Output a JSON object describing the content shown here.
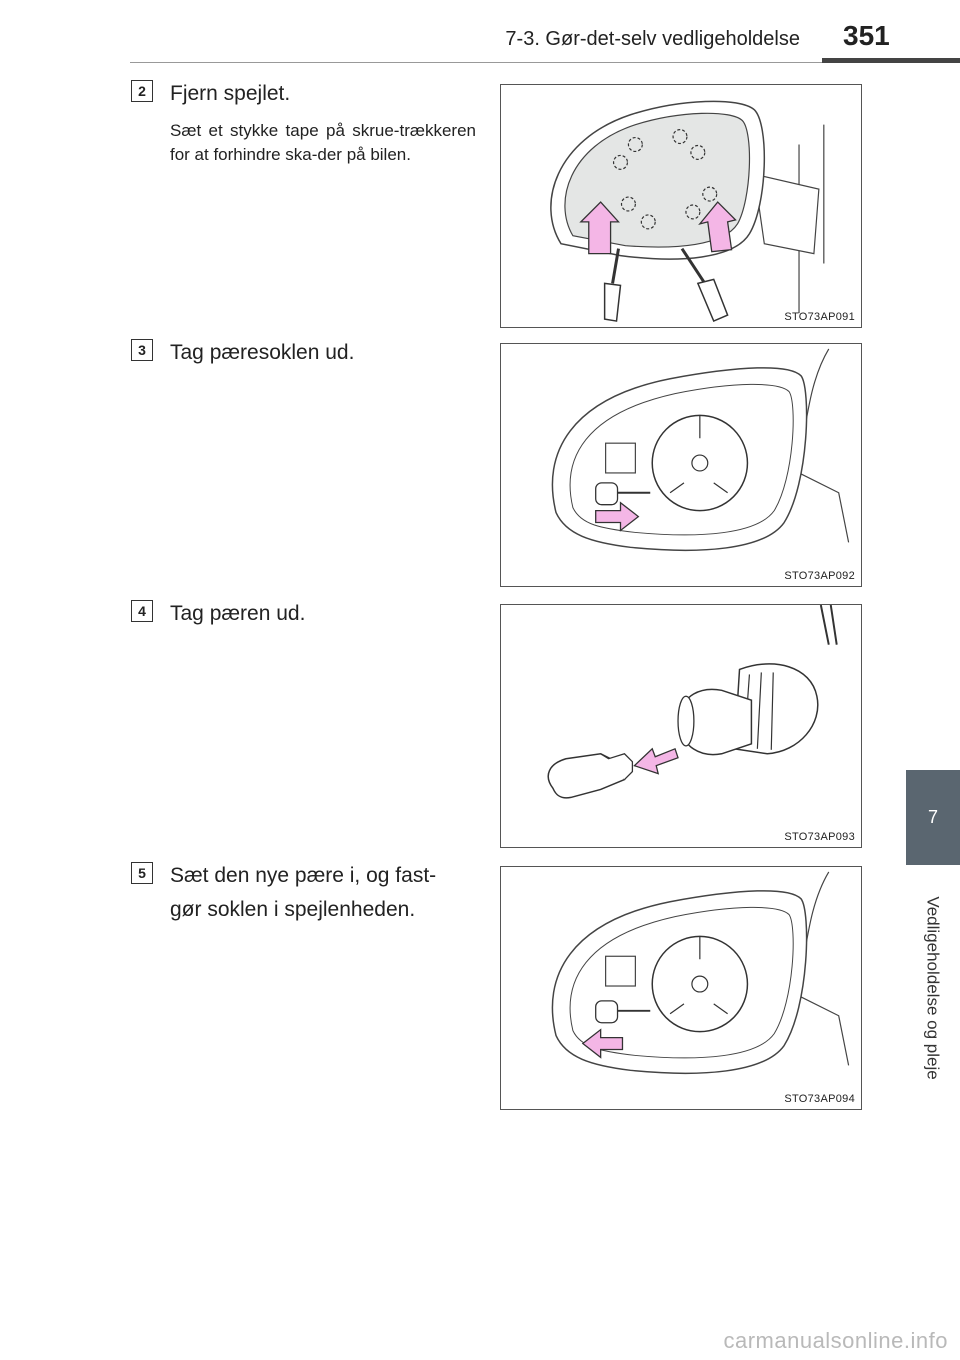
{
  "header": {
    "section": "7-3. Gør-det-selv vedligeholdelse",
    "page_number": "351"
  },
  "side_tab": {
    "chapter_number": "7",
    "chapter_title": "Vedligeholdelse og pleje"
  },
  "steps": [
    {
      "number": "2",
      "title": "Fjern spejlet.",
      "note": "Sæt et stykke tape på skrue-trækkeren for at forhindre ska-der på bilen.",
      "figure_code": "STO73AP091"
    },
    {
      "number": "3",
      "title": "Tag pæresoklen ud.",
      "figure_code": "STO73AP092"
    },
    {
      "number": "4",
      "title": "Tag pæren ud.",
      "figure_code": "STO73AP093"
    },
    {
      "number": "5",
      "title_line1": "Sæt den nye pære i, og fast-",
      "title_line2": "gør soklen i spejlenheden.",
      "figure_code": "STO73AP094"
    }
  ],
  "watermark": "carmanualsonline.info",
  "colors": {
    "arrow_fill": "#f4b6e6",
    "side_tab": "#5a6670",
    "mirror_glass": "#e4e6e5"
  },
  "icons": [
    "arrow-icon",
    "screwdriver-icon",
    "bulb-icon",
    "socket-icon"
  ]
}
